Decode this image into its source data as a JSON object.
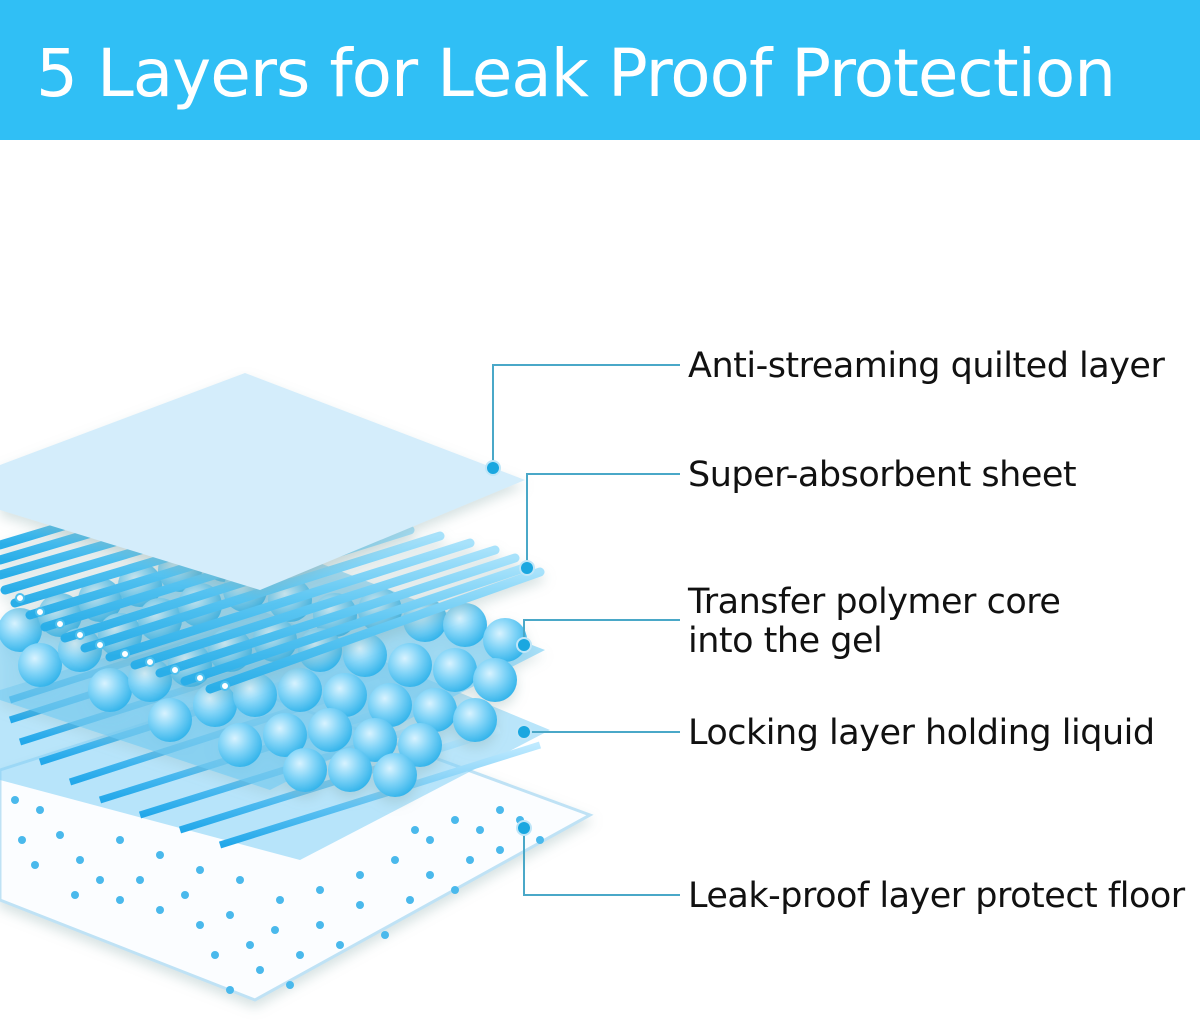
{
  "header": {
    "title": "5 Layers for Leak Proof Protection",
    "background": "#30bff5",
    "text_color": "#ffffff"
  },
  "diagram": {
    "accent_color": "#1aa7e0",
    "line_color": "#4aa8c8",
    "layers": [
      {
        "index": 1,
        "label": "Anti-streaming quilted layer",
        "visual": "flat light-blue sheet"
      },
      {
        "index": 2,
        "label": "Super-absorbent sheet",
        "visual": "parallel tubes"
      },
      {
        "index": 3,
        "label_line1": "Transfer polymer core",
        "label_line2": "into the gel",
        "visual": "spheres"
      },
      {
        "index": 4,
        "label": "Locking layer holding liquid",
        "visual": "rings / coils"
      },
      {
        "index": 5,
        "label": "Leak-proof layer protect floor",
        "visual": "white sheet with dots"
      }
    ]
  }
}
